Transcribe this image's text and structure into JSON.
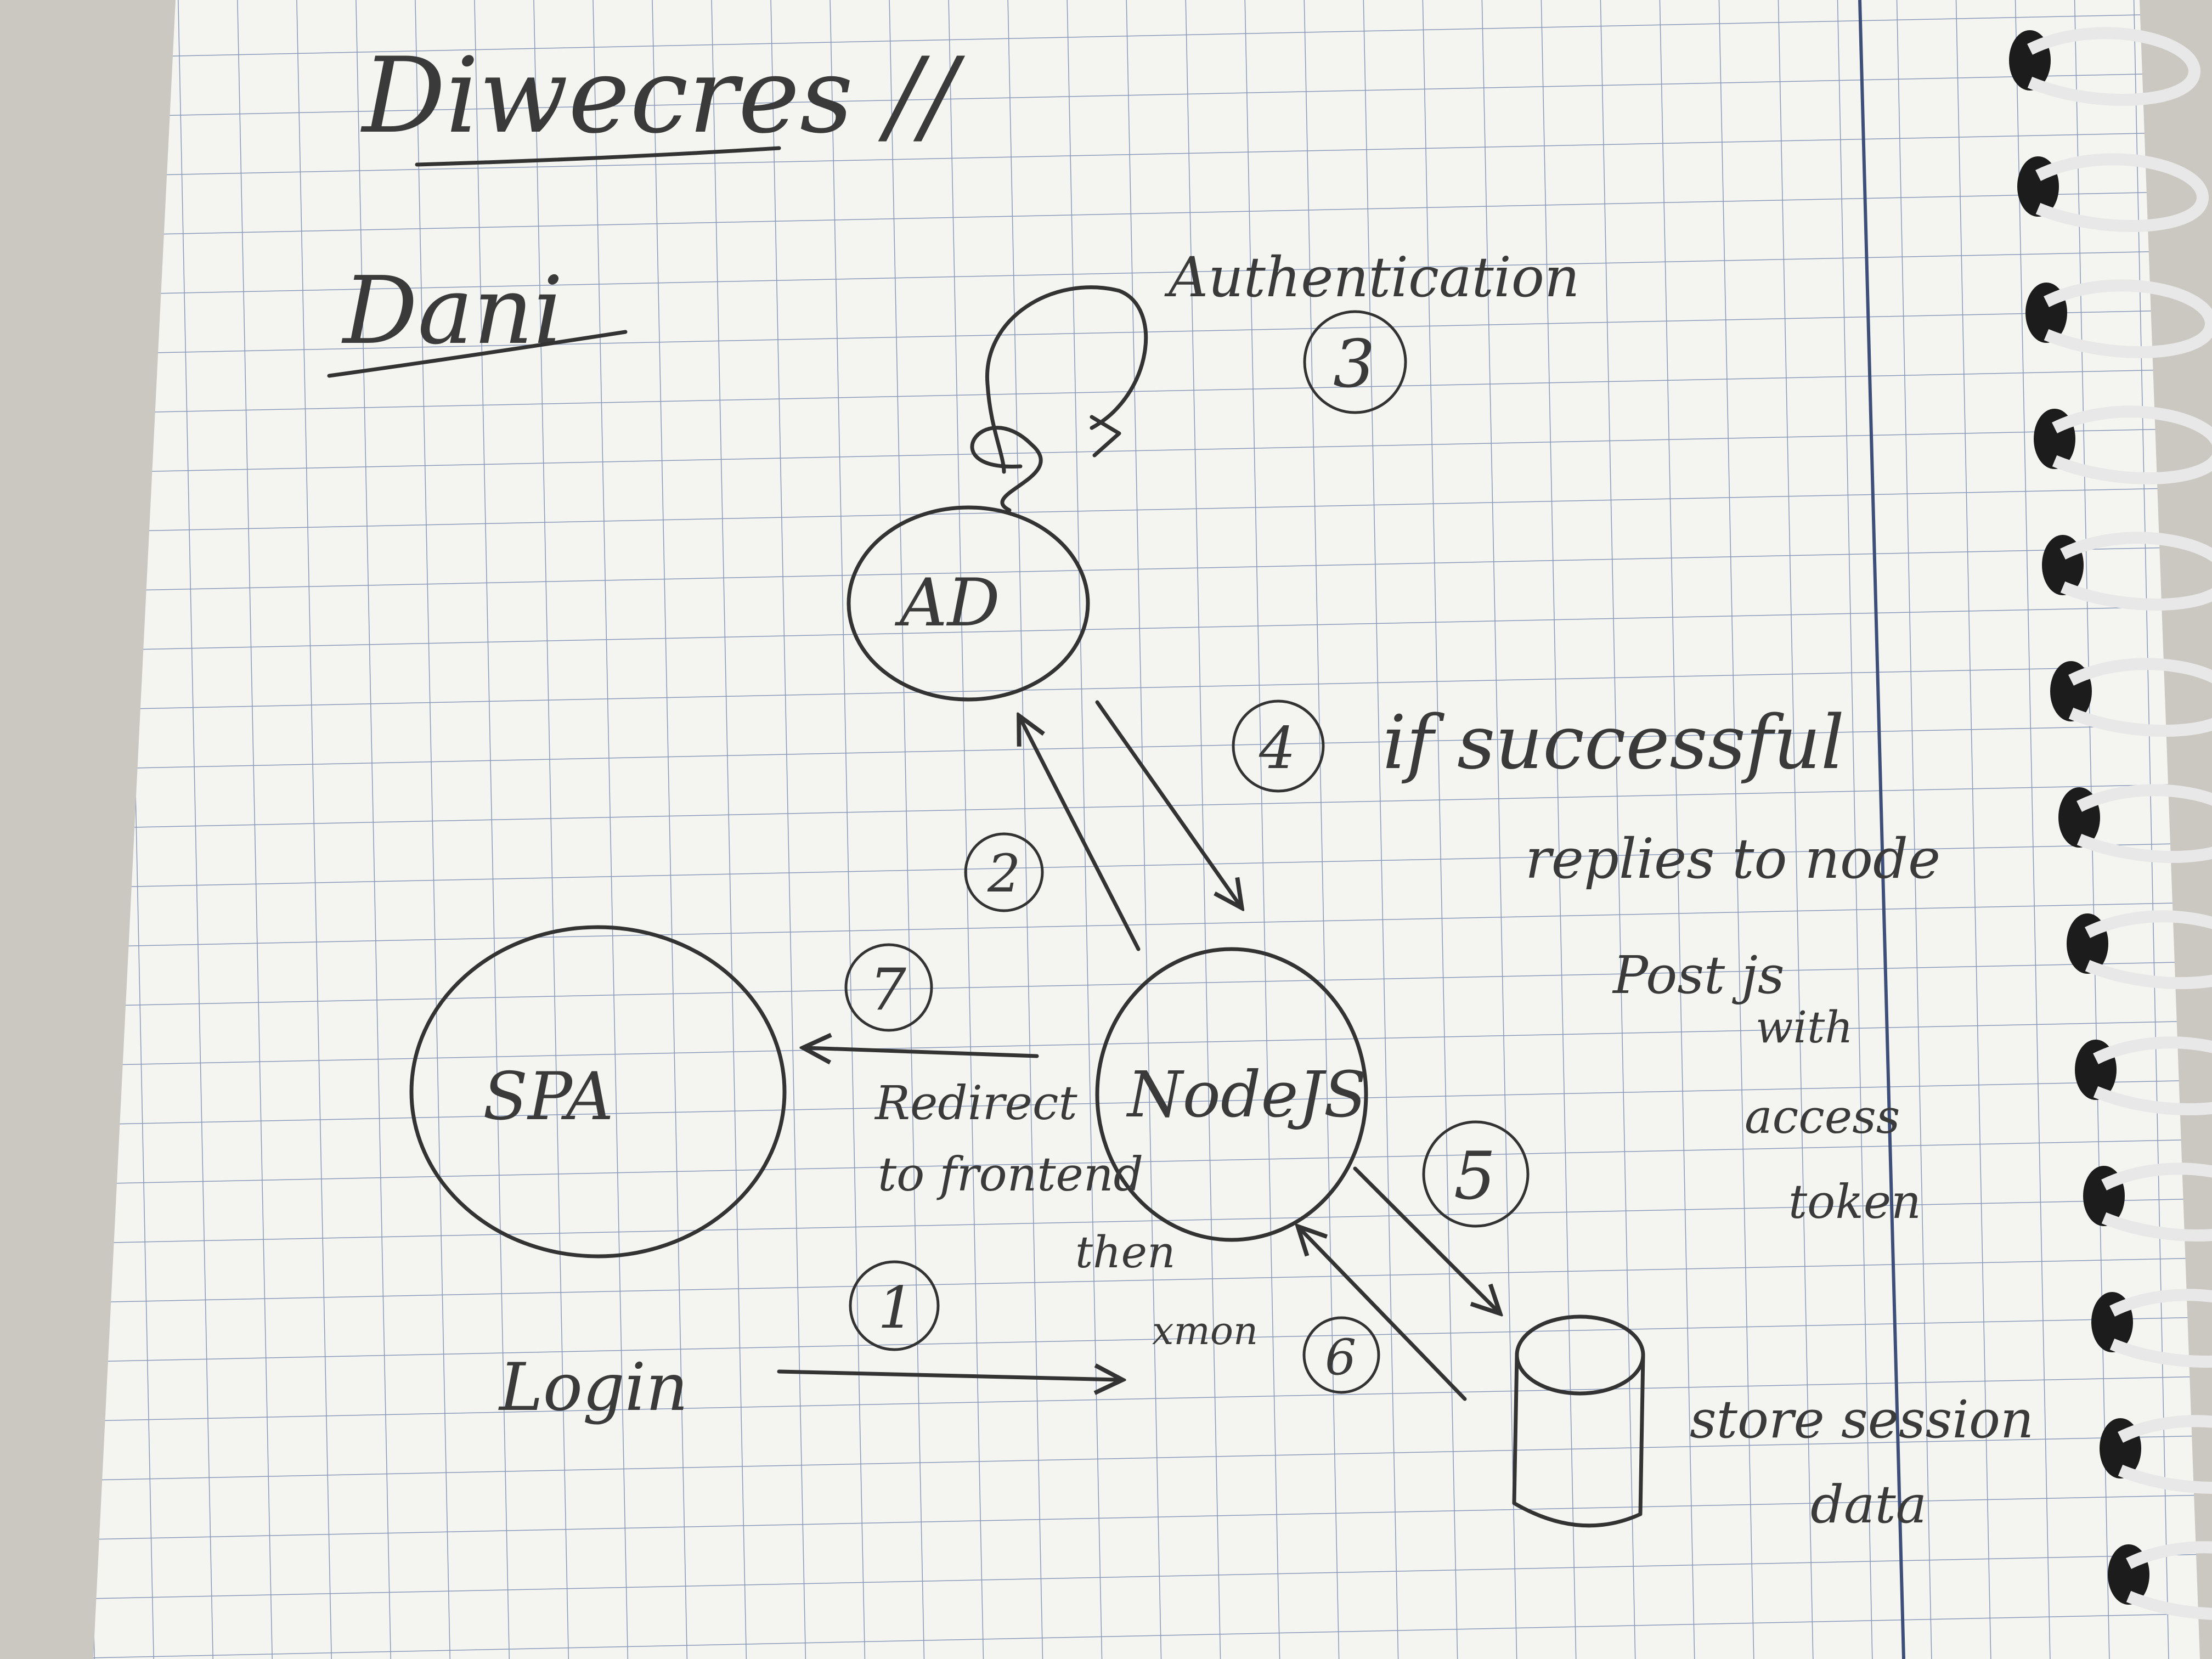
{
  "page": {
    "heading": "Diwecres //",
    "subheading": "Dani"
  },
  "nodes": {
    "ad": "AD",
    "spa": "SPA",
    "node": "NodeJS",
    "store": ""
  },
  "steps": {
    "s1": "1",
    "s2": "2",
    "s3": "3",
    "s4": "4",
    "s5": "5",
    "s6": "6",
    "s7": "7"
  },
  "notes": {
    "authentication": "Authentication",
    "if_successful": "if successful",
    "replies_line1": "replies to node",
    "replies_line2": "Post js",
    "replies_line3": "with",
    "replies_line4": "access",
    "replies_line5": "token",
    "login": "Login",
    "redirect_line1": "Redirect",
    "redirect_line2": "to frontend",
    "then_line1": "then",
    "then_line2": "xmon",
    "store_line1": "store session",
    "store_line2": "data"
  },
  "colors": {
    "paper": "#f4f4f0",
    "grid": "#7d8fb0",
    "margin_line": "#3d4f78",
    "ink": "#333333",
    "desk": "#c9c6c0",
    "spiral": "#e6e6e6"
  }
}
